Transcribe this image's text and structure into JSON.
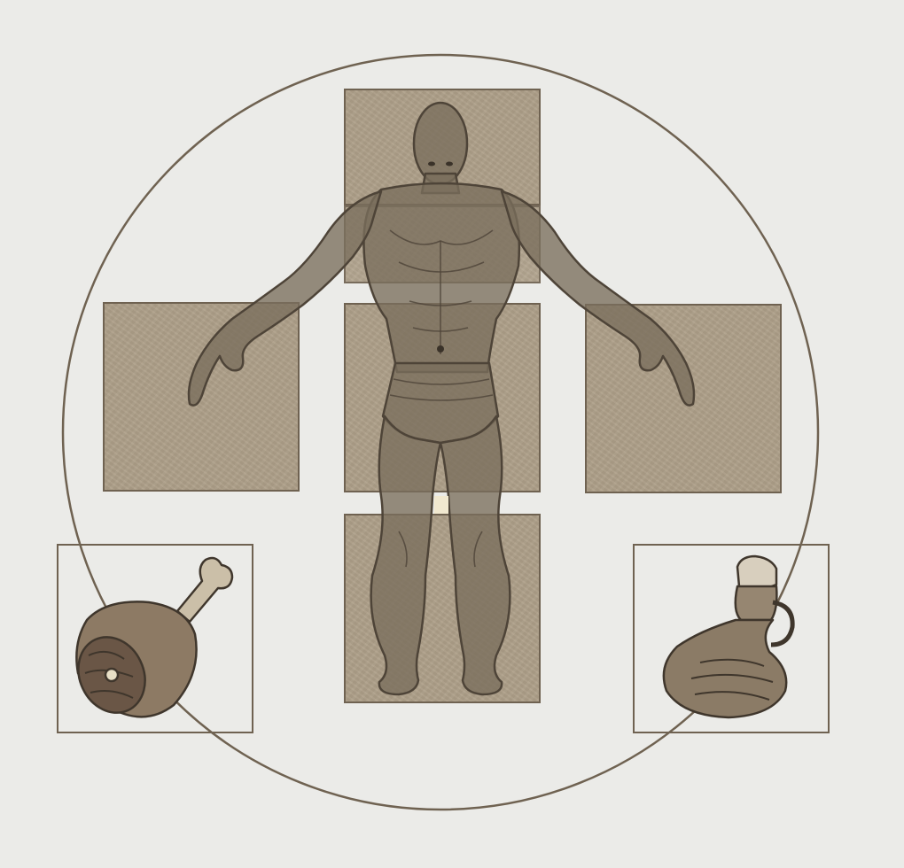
{
  "colors": {
    "background": "#ebebe8",
    "slot_fill": "#aea089",
    "slot_border": "#6f6251",
    "figure": "#7a6e5c",
    "figure_dark": "#4e4438",
    "ring": "#6f6251"
  },
  "inventory": {
    "equipment_slots": [
      {
        "slot": "head",
        "icon": "head-slot-icon"
      },
      {
        "slot": "chest",
        "icon": "chest-slot-icon"
      },
      {
        "slot": "left-hand",
        "icon": "left-hand-slot-icon"
      },
      {
        "slot": "body",
        "icon": "body-slot-icon"
      },
      {
        "slot": "right-hand",
        "icon": "right-hand-slot-icon"
      },
      {
        "slot": "legs",
        "icon": "legs-slot-icon"
      }
    ],
    "quick_slots": [
      {
        "slot": "food",
        "icon": "meat-ham-icon"
      },
      {
        "slot": "drink",
        "icon": "potion-flask-icon"
      }
    ],
    "figure_icon": "body-silhouette-icon"
  }
}
